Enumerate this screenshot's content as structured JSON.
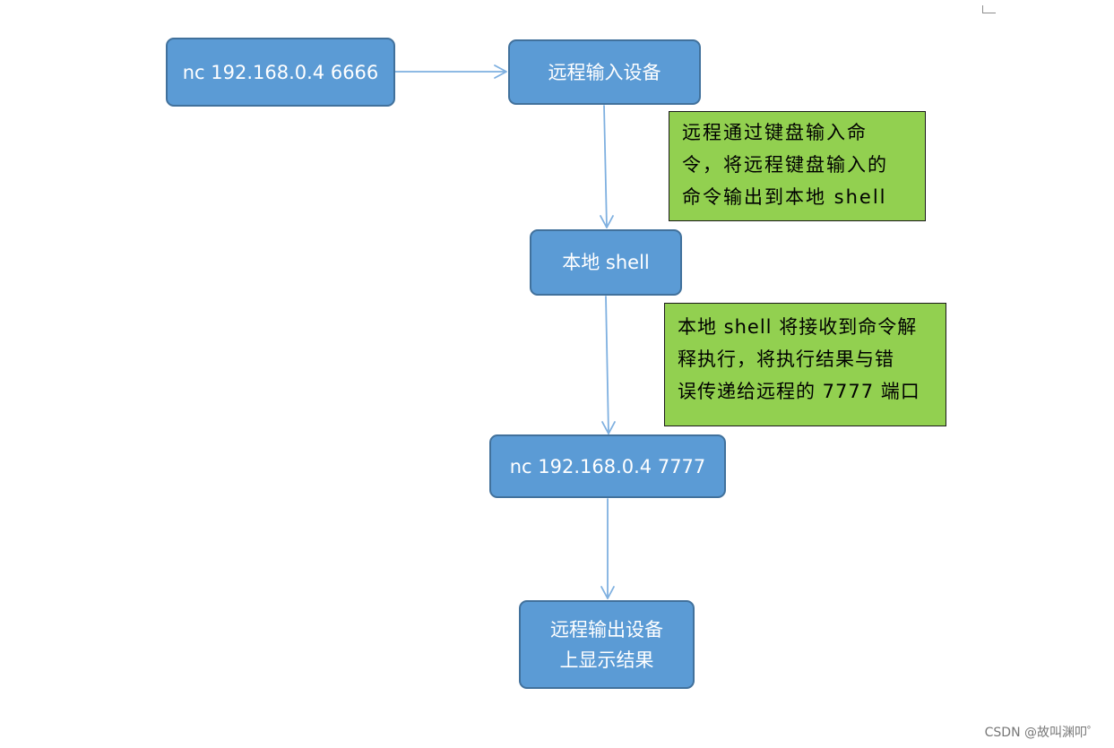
{
  "diagram": {
    "nodes": {
      "nc_6666": "nc 192.168.0.4 6666",
      "remote_input": "远程输入设备",
      "local_shell": "本地 shell",
      "nc_7777": "nc 192.168.0.4 7777",
      "remote_output_line1": "远程输出设备",
      "remote_output_line2": "上显示结果"
    },
    "notes": {
      "input_note": {
        "line1": "远程通过键盘输入命",
        "line2": "令，将远程键盘输入的",
        "line3": "命令输出到本地 shell"
      },
      "shell_note": {
        "line1": "本地 shell 将接收到命令解",
        "line2": "释执行，将执行结果与错",
        "line3": "误传递给远程的 7777 端口"
      }
    },
    "colors": {
      "node_fill": "#5b9bd5",
      "node_border": "#41719c",
      "note_fill": "#92d050",
      "arrow": "#7fb0e0"
    }
  },
  "watermark": "CSDN @故叫渊叩゜"
}
